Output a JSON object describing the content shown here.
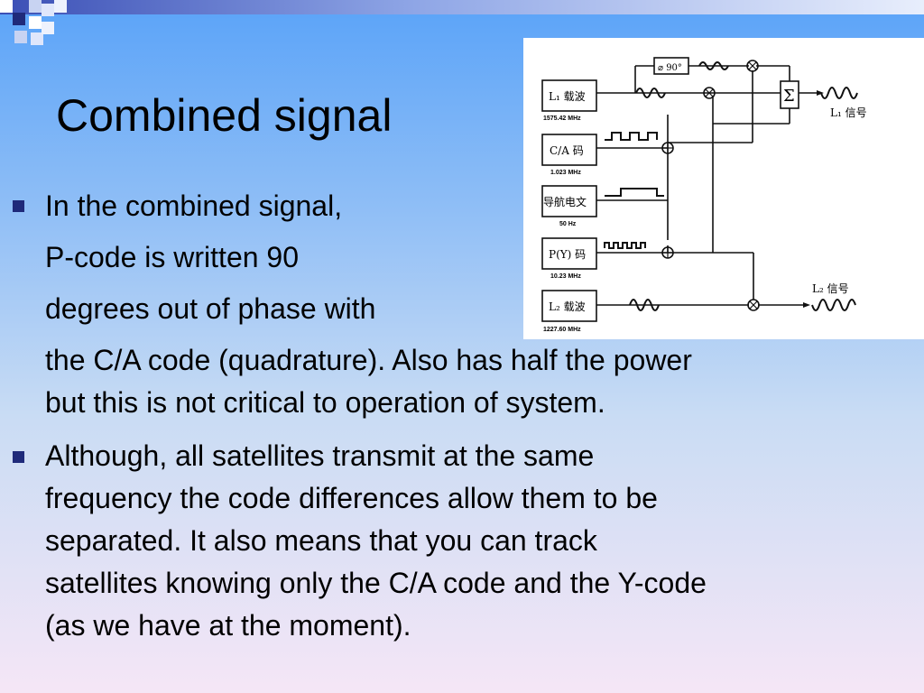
{
  "slide": {
    "title": "Combined signal",
    "bullets": [
      {
        "lines": [
          "In the combined signal,",
          "P-code is written 90",
          "degrees out of phase with",
          "the C/A code (quadrature). Also has half the power",
          "but this is not critical to operation of system."
        ]
      },
      {
        "lines": [
          "Although, all satellites transmit at the same",
          "frequency the code differences allow them to be",
          "separated. It also means that you can track",
          "satellites knowing only the C/A code and the Y-code",
          "(as we have at the moment)."
        ]
      }
    ]
  },
  "figure": {
    "l1_carrier": "L₁ 载波",
    "l1_freq": "1575.42 MHz",
    "ca_code": "C/A 码",
    "ca_freq": "1.023 MHz",
    "nav_msg": "导航电文",
    "nav_freq": "50 Hz",
    "py_code": "P(Y) 码",
    "py_freq": "10.23 MHz",
    "l2_carrier": "L₂ 载波",
    "l2_freq": "1227.60 MHz",
    "phase_shift": "⌀ 90°",
    "sum_symbol": "Σ",
    "l1_signal": "L₁ 信号",
    "l2_signal": "L₂ 信号"
  },
  "colors": {
    "bullet": "#1f2a7a",
    "topbar_start": "#3b4fb5"
  }
}
